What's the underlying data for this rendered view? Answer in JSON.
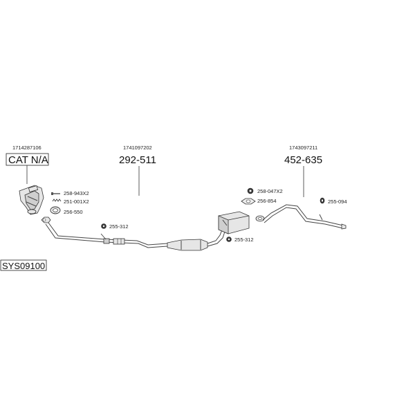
{
  "groups": [
    {
      "code": "1714287106",
      "label": "CAT N/A"
    },
    {
      "code": "1741097202",
      "label": "292-511"
    },
    {
      "code": "1743097211",
      "label": "452-635"
    }
  ],
  "parts": {
    "p258_943": "258-943X2",
    "p251_001": "251-001X2",
    "p256_550": "256-550",
    "p255_312_a": "255-312",
    "p255_312_b": "255-312",
    "p258_047": "258-047X2",
    "p256_854": "256-854",
    "p255_094": "255-094"
  },
  "system_code": "SYS09100",
  "colors": {
    "line": "#444444",
    "part_fill": "#cfcfcf",
    "dark_part": "#3a3a3a"
  }
}
